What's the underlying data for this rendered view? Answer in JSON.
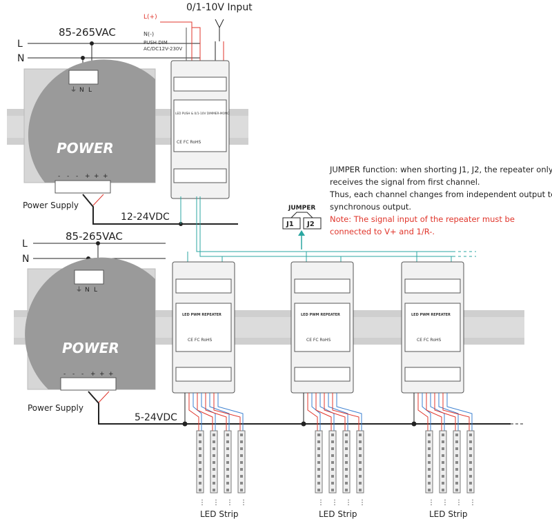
{
  "input_title": "0/1-10V Input",
  "push_wiring": {
    "l_plus": "L(+)",
    "n_minus": "N(-)",
    "push_dim": "PUSH DIM",
    "push_voltage": "AC/DC12V-230V"
  },
  "upper": {
    "ac_label": "85-265VAC",
    "l": "L",
    "n": "N",
    "psu_text": "POWER",
    "psu_caption": "Power Supply",
    "dc_label": "12-24VDC",
    "ac_terminals": [
      "⏚",
      "N",
      "L"
    ],
    "dc_terminals": [
      "-",
      "-",
      "-",
      "+",
      "+",
      "+"
    ]
  },
  "dimmer": {
    "label": "LED PUSH & 0/1-10V DIMMER-MONO",
    "cert": "CE FC RoHS"
  },
  "jumper": {
    "title": "JUMPER",
    "j1": "J1",
    "j2": "J2"
  },
  "note": {
    "lines": [
      "JUMPER function: when shorting J1, J2, the repeater only receives the signal from first channel.",
      "Thus, each channel changes from independent output to synchronous output."
    ],
    "warning": "Note: The signal input of the repeater must be connected to V+ and 1/R-."
  },
  "lower": {
    "ac_label": "85-265VAC",
    "l": "L",
    "n": "N",
    "psu_text": "POWER",
    "psu_caption": "Power Supply",
    "dc_label": "5-24VDC",
    "ac_terminals": [
      "⏚",
      "N",
      "L"
    ],
    "dc_terminals": [
      "-",
      "-",
      "-",
      "+",
      "+",
      "+"
    ]
  },
  "repeaters": [
    {
      "label": "LED PWM REPEATER",
      "cert": "CE FC RoHS",
      "strip_label": "LED Strip"
    },
    {
      "label": "LED PWM REPEATER",
      "cert": "CE FC RoHS",
      "strip_label": "LED Strip"
    },
    {
      "label": "LED PWM REPEATER",
      "cert": "CE FC RoHS",
      "strip_label": "LED Strip"
    }
  ],
  "colors": {
    "teal": "#2aa6a0",
    "red": "#e0352b",
    "blue": "#3a7fd0",
    "module": "#f2f2f2",
    "psu": "#d4d4d4",
    "rail": "#c8c8c8"
  }
}
